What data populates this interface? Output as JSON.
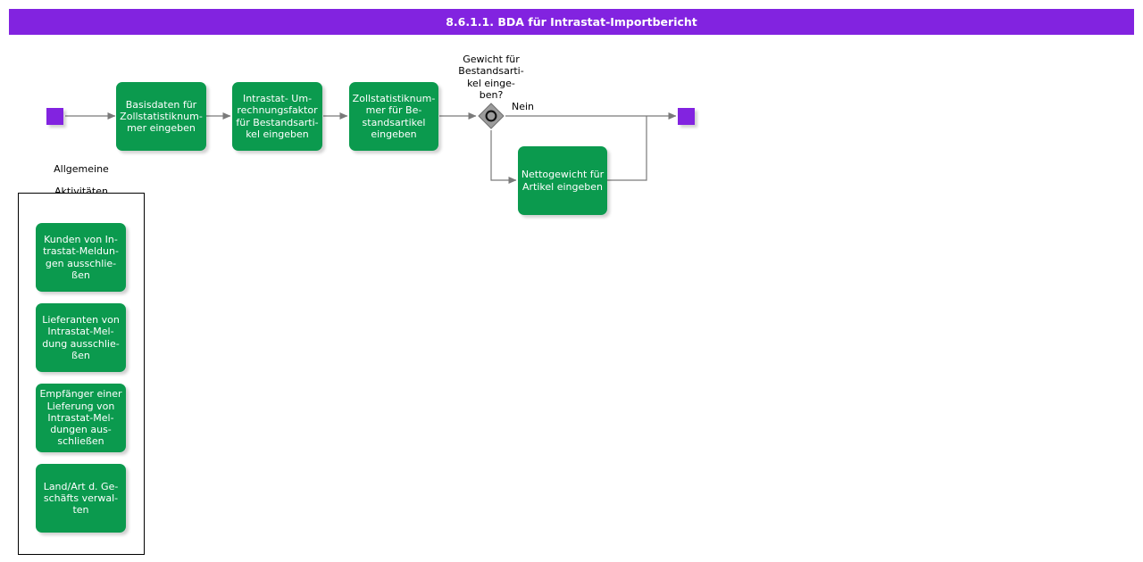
{
  "header": {
    "title": "8.6.1.1. BDA für Intrastat-Importbericht",
    "bar_color": "#8223e0",
    "text_color": "#ffffff"
  },
  "colors": {
    "task_green": "#0b9a4e",
    "event_purple": "#8223e0",
    "gateway_gray": "#9b9b9b",
    "connector_gray": "#7a7a7a",
    "panel_border": "#000000"
  },
  "diagram": {
    "type": "bpmn-flowchart",
    "start_event": {
      "name": "start-event"
    },
    "end_event": {
      "name": "end-event"
    },
    "tasks": [
      {
        "id": "t1",
        "label": "Basisdaten für\nZollstatistiknum-\nmer eingeben"
      },
      {
        "id": "t2",
        "label": "Intrastat- Um-\nrechnungsfaktor\nfür Bestandsarti-\nkel  eingeben"
      },
      {
        "id": "t3",
        "label": "Zollstatistiknum-\nmer für Be-\nstandsartikel\neingeben"
      },
      {
        "id": "t4",
        "label": "Nettogewicht für\nArtikel eingeben"
      }
    ],
    "gateway": {
      "id": "g1",
      "label": "Gewicht für\nBestandsarti-\nkel einge-\nben?",
      "type": "inclusive"
    },
    "flow_labels": [
      {
        "id": "f1",
        "label": "Nein"
      }
    ]
  },
  "group_panel": {
    "caption": "Allgemeine\nAktivitäten",
    "items": [
      {
        "id": "p1",
        "label": "Kunden von In-\ntrastat-Meldun-\ngen ausschlie-\nßen"
      },
      {
        "id": "p2",
        "label": "Lieferanten von\nIntrastat-Mel-\ndung ausschlie-\nßen"
      },
      {
        "id": "p3",
        "label": "Empfänger einer\nLieferung von\nIntrastat-Mel-\ndungen aus-\nschließen"
      },
      {
        "id": "p4",
        "label": "Land/Art d. Ge-\nschäfts verwal-\nten"
      }
    ]
  }
}
